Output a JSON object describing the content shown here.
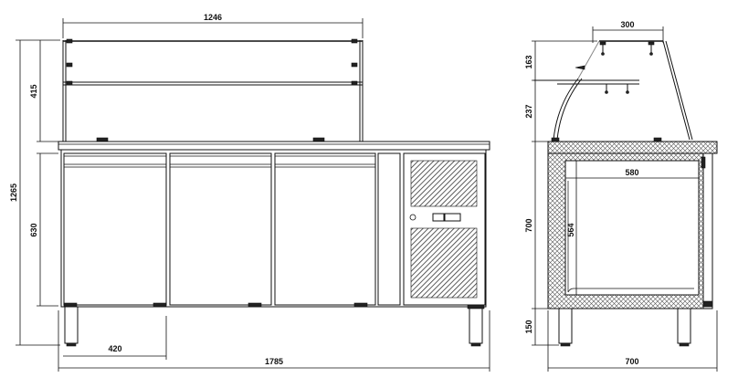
{
  "dimensions": {
    "front_glass_width": "1246",
    "front_total_height": "1265",
    "front_glass_height": "415",
    "front_cabinet_height": "630",
    "front_door_width": "420",
    "front_total_width": "1785",
    "side_shelf_depth": "300",
    "side_top_height": "163",
    "side_mid_height": "237",
    "side_body_height": "700",
    "side_leg_height": "150",
    "side_inner_width": "580",
    "side_inner_height": "564",
    "side_total_depth": "700"
  },
  "colors": {
    "line": "#111111",
    "hatch": "#555555",
    "glass": "#888888"
  }
}
